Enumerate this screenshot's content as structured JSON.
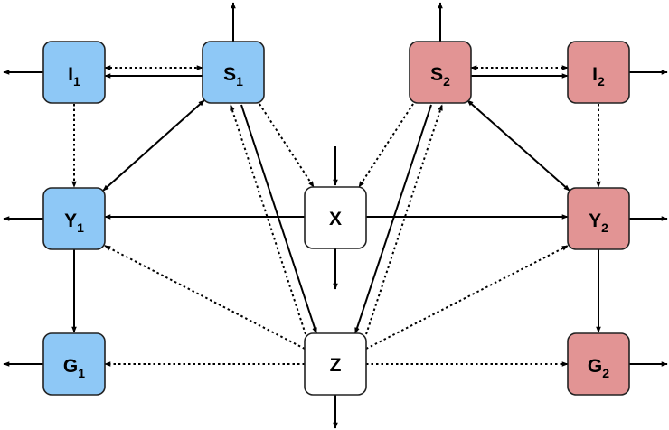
{
  "colors": {
    "blue": "#8ec8f6",
    "red": "#e29494",
    "white": "#ffffff"
  },
  "nodes": {
    "I1": {
      "main": "I",
      "sub": "1"
    },
    "S1": {
      "main": "S",
      "sub": "1"
    },
    "S2": {
      "main": "S",
      "sub": "2"
    },
    "I2": {
      "main": "I",
      "sub": "2"
    },
    "Y1": {
      "main": "Y",
      "sub": "1"
    },
    "X": {
      "main": "X",
      "sub": ""
    },
    "Y2": {
      "main": "Y",
      "sub": "2"
    },
    "G1": {
      "main": "G",
      "sub": "1"
    },
    "Z": {
      "main": "Z",
      "sub": ""
    },
    "G2": {
      "main": "G",
      "sub": "2"
    }
  }
}
